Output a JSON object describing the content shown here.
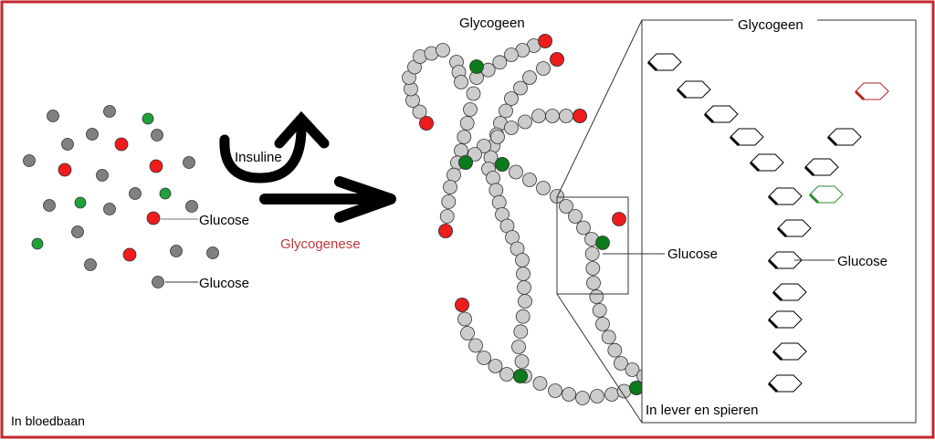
{
  "labels": {
    "blood": "In bloedbaan",
    "glucose_1": "Glucose",
    "glucose_2": "Glucose",
    "insulin": "Insuline",
    "process": "Glycogenese",
    "glycogen_title": "Glycogeen",
    "glucose_3": "Glucose",
    "inset_title": "Glycogeen",
    "inset_glucose": "Glucose",
    "location": "In lever en spieren"
  },
  "colors": {
    "border": "#c1272d",
    "gray": "#808080",
    "light_gray": "#cccccc",
    "red": "#ee1c1c",
    "green": "#1fa03a",
    "dark_green": "#0a7a1a",
    "process": "#c0393b",
    "inset_red": "#b22222",
    "inset_green": "#2e8b2e"
  }
}
